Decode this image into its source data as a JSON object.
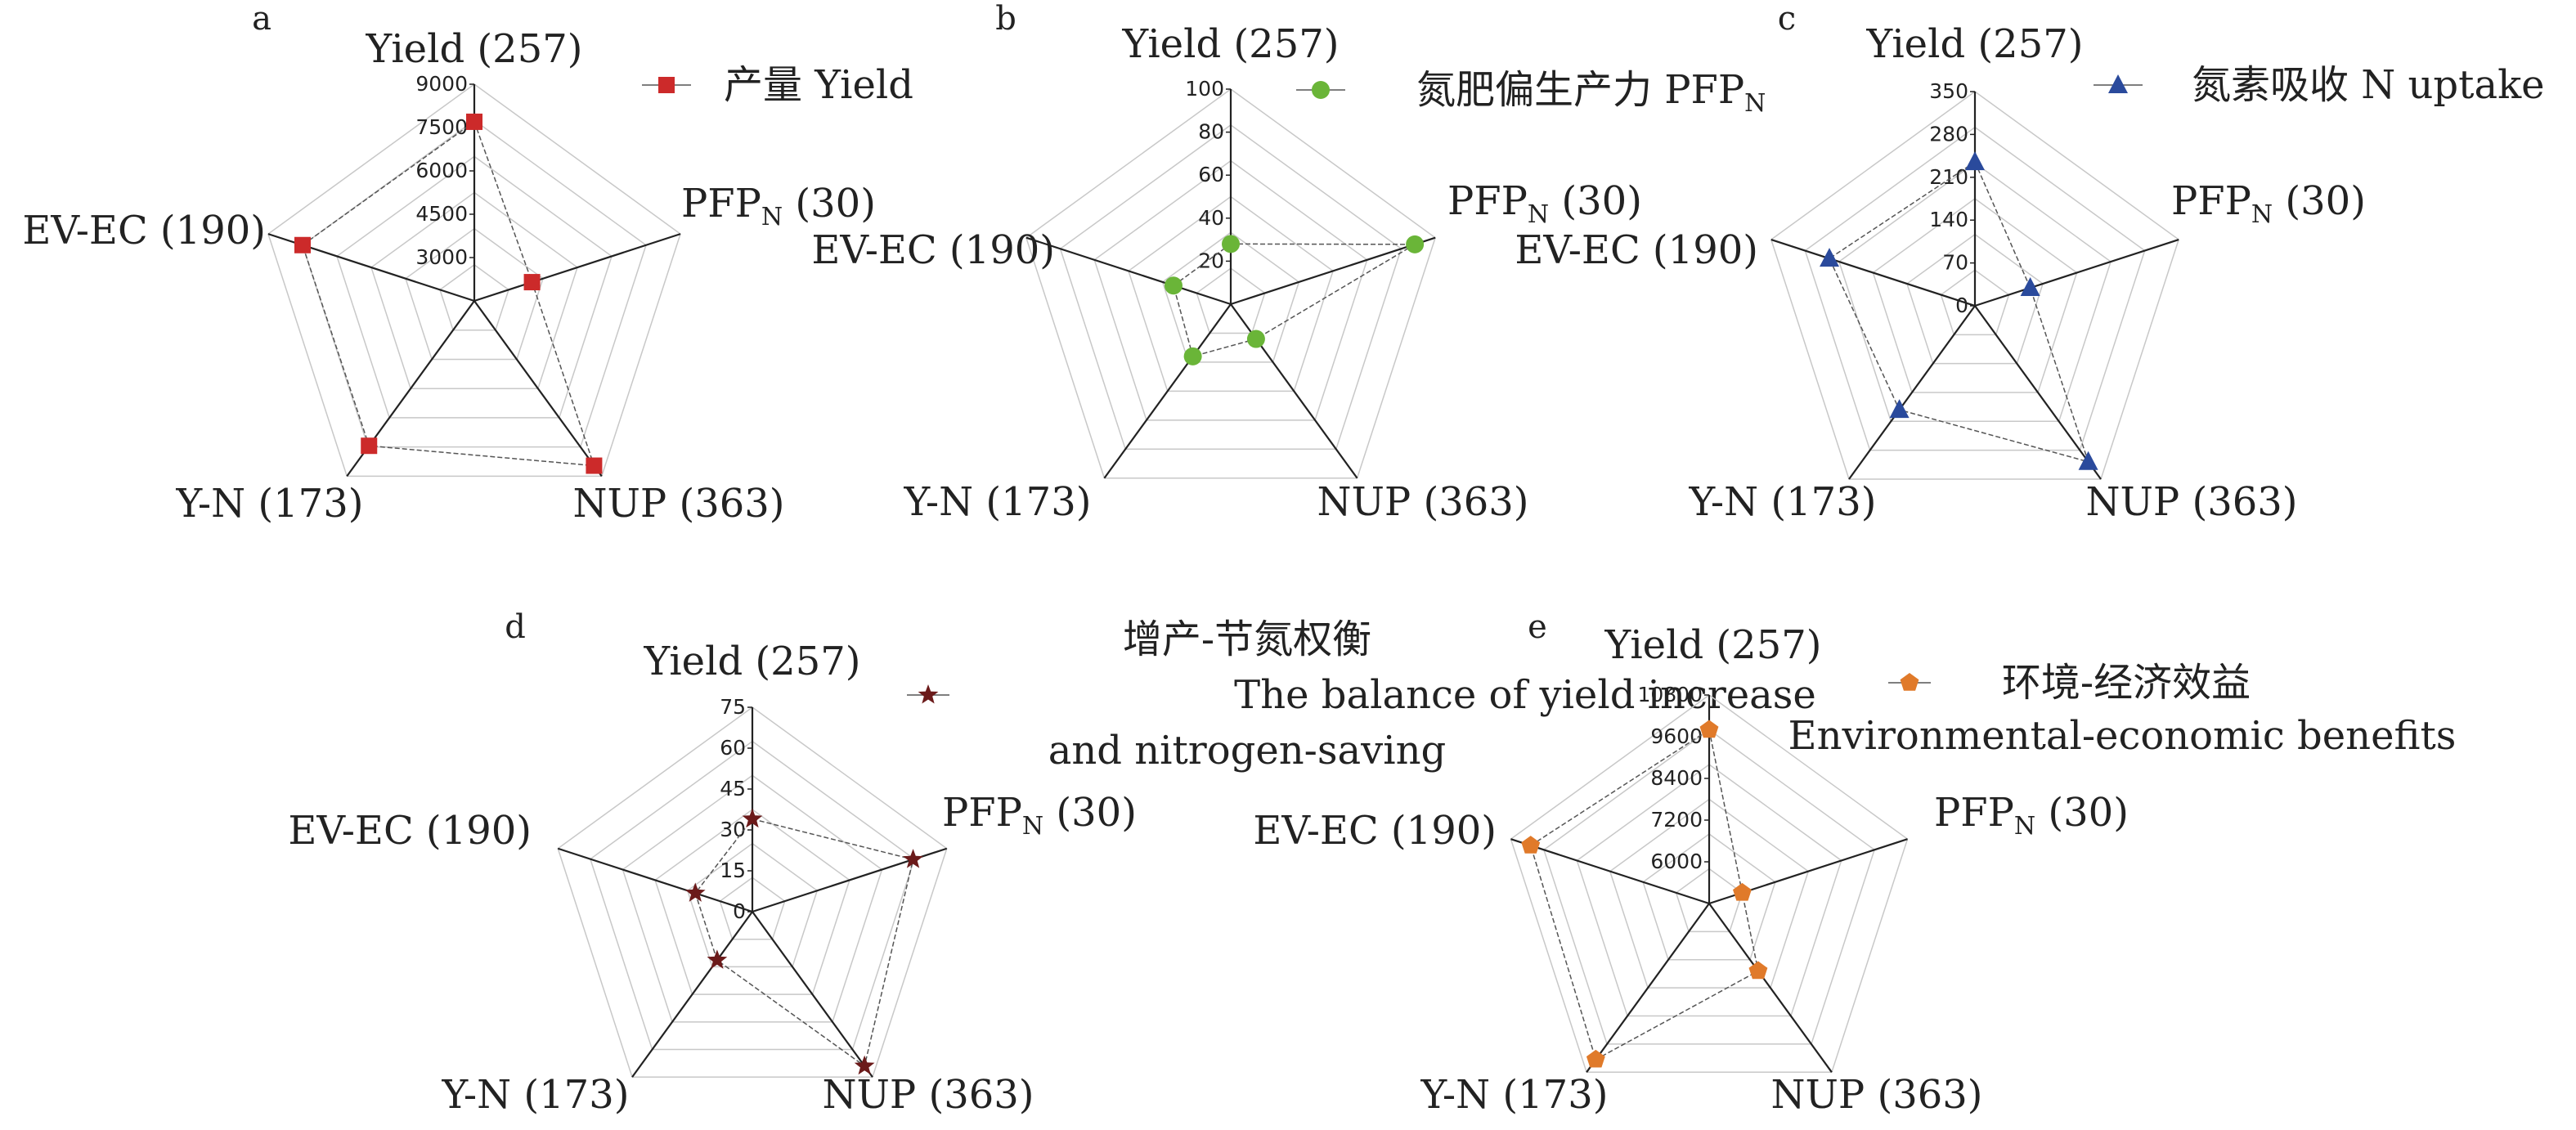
{
  "chart_data": [
    {
      "type": "radar",
      "panel": "a",
      "axes": [
        "Yield (257)",
        "PFP_N (30)",
        "NUP (363)",
        "Y-N (173)",
        "EV-EC (190)"
      ],
      "ticks": [
        "3000",
        "4500",
        "6000",
        "7500",
        "9000"
      ],
      "ylim": [
        1500,
        9000
      ],
      "grid": true,
      "legend_position": "top-right",
      "series": [
        {
          "name": "产量 Yield",
          "marker": "square",
          "color": "#cc2a2a",
          "values": [
            7700,
            3600,
            8550,
            7700,
            7750
          ]
        }
      ]
    },
    {
      "type": "radar",
      "panel": "b",
      "axes": [
        "Yield (257)",
        "PFP_N (30)",
        "NUP (363)",
        "Y-N (173)",
        "EV-EC (190)"
      ],
      "ticks": [
        "20",
        "40",
        "60",
        "80",
        "100"
      ],
      "ylim": [
        0,
        100
      ],
      "grid": true,
      "legend_position": "top-right",
      "series": [
        {
          "name": "氮肥偏生产力 PFP_N",
          "marker": "circle",
          "color": "#6ab538",
          "values": [
            28,
            90,
            20,
            30,
            28
          ]
        }
      ]
    },
    {
      "type": "radar",
      "panel": "c",
      "axes": [
        "Yield (257)",
        "PFP_N (30)",
        "NUP (363)",
        "Y-N (173)",
        "EV-EC (190)"
      ],
      "ticks": [
        "0",
        "70",
        "140",
        "210",
        "280",
        "350"
      ],
      "ylim": [
        0,
        350
      ],
      "grid": true,
      "legend_position": "top-right",
      "series": [
        {
          "name": "氮素吸收 N uptake",
          "marker": "triangle",
          "color": "#2a4a9c",
          "values": [
            235,
            95,
            315,
            210,
            250
          ]
        }
      ]
    },
    {
      "type": "radar",
      "panel": "d",
      "axes": [
        "Yield (257)",
        "PFP_N (30)",
        "NUP (363)",
        "Y-N (173)",
        "EV-EC (190)"
      ],
      "ticks": [
        "0",
        "15",
        "30",
        "45",
        "60",
        "75"
      ],
      "ylim": [
        0,
        75
      ],
      "grid": true,
      "legend_position": "top-right",
      "series": [
        {
          "name": "增产-节氮权衡",
          "name_line2": "The balance of yield increase",
          "name_line3": "and nitrogen-saving",
          "marker": "star",
          "color": "#6b1a1a",
          "values": [
            34,
            62,
            70,
            22,
            22
          ]
        }
      ]
    },
    {
      "type": "radar",
      "panel": "e",
      "axes": [
        "Yield (257)",
        "PFP_N (30)",
        "NUP (363)",
        "Y-N (173)",
        "EV-EC (190)"
      ],
      "ticks": [
        "6000",
        "7200",
        "8400",
        "9600",
        "10800"
      ],
      "ylim": [
        4800,
        10800
      ],
      "grid": true,
      "legend_position": "top-right",
      "series": [
        {
          "name": "环境-经济效益",
          "name_line2": "Environmental-economic benefits",
          "marker": "pentagon",
          "color": "#e07a2a",
          "values": [
            9800,
            5800,
            7200,
            10350,
            10200
          ]
        }
      ]
    }
  ]
}
